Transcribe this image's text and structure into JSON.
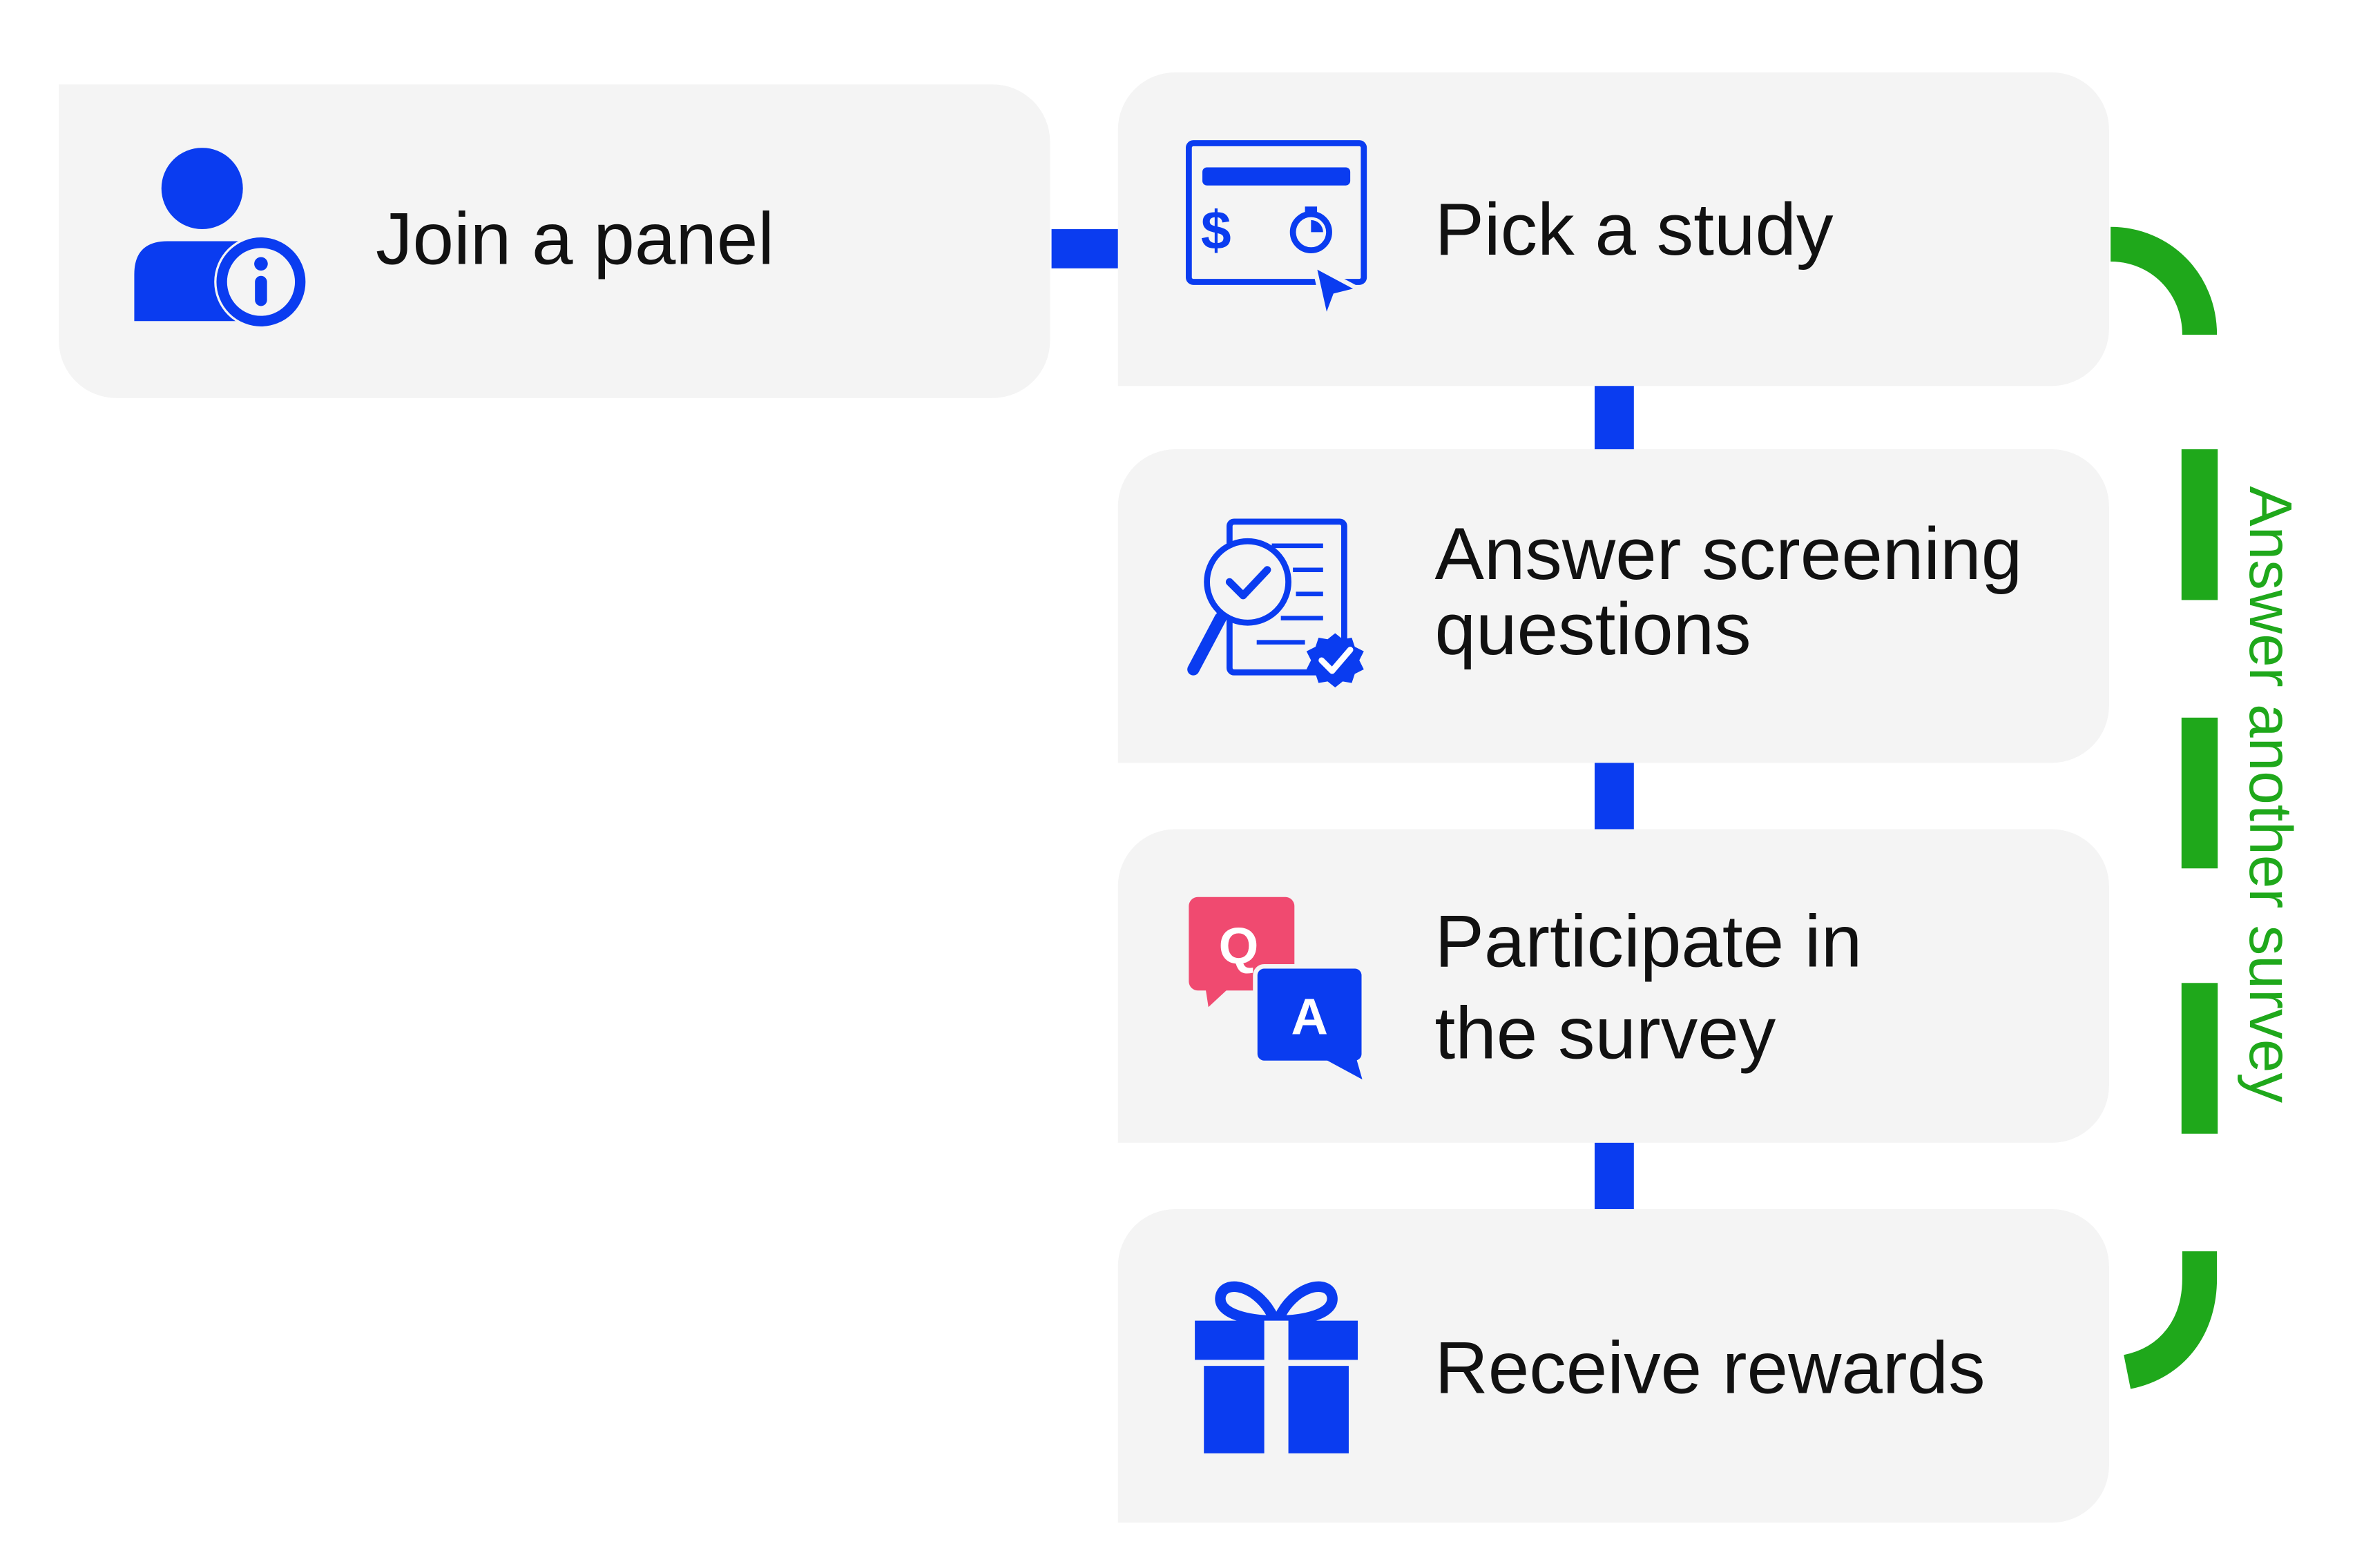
{
  "colors": {
    "card_background": "#f4f4f4",
    "text": "#111111",
    "step_connector": "#0a3cf0",
    "loop": "#1fa81b",
    "icon_primary": "#0a3cf0",
    "icon_question": "#f04a70",
    "icon_answer": "#0a3cf0"
  },
  "steps": [
    {
      "id": "join",
      "label": "Join a panel",
      "icon": "user-info-icon"
    },
    {
      "id": "pick",
      "label": "Pick a study",
      "icon": "study-selection-icon"
    },
    {
      "id": "screen",
      "label": "Answer screening\nquestions",
      "icon": "screening-checklist-icon"
    },
    {
      "id": "participate",
      "label": "Participate in\nthe survey",
      "icon": "question-answer-icon"
    },
    {
      "id": "rewards",
      "label": "Receive rewards",
      "icon": "gift-icon"
    }
  ],
  "icon_glyphs": {
    "question": "Q",
    "answer": "A",
    "dollar": "$"
  },
  "loop": {
    "label": "Answer another survey"
  }
}
